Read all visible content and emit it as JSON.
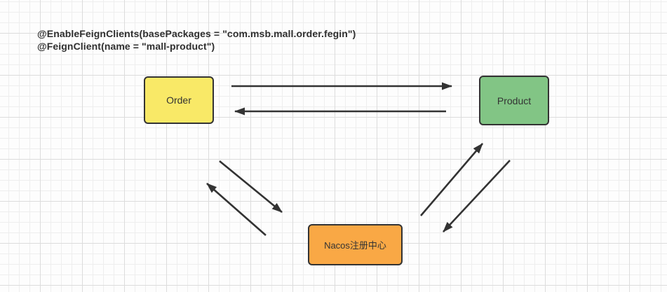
{
  "annotation": {
    "line1": "@EnableFeignClients(basePackages = \"com.msb.mall.order.fegin\")",
    "line2": "@FeignClient(name = \"mall-product\")"
  },
  "nodes": {
    "order": {
      "label": "Order",
      "fill": "#F9E967"
    },
    "product": {
      "label": "Product",
      "fill": "#82C585"
    },
    "nacos": {
      "label": "Nacos注册中心",
      "fill": "#F9A845"
    }
  },
  "connections": [
    {
      "from": "Order",
      "to": "Product"
    },
    {
      "from": "Product",
      "to": "Order"
    },
    {
      "from": "Order",
      "to": "Nacos注册中心"
    },
    {
      "from": "Nacos注册中心",
      "to": "Order"
    },
    {
      "from": "Nacos注册中心",
      "to": "Product"
    },
    {
      "from": "Product",
      "to": "Nacos注册中心"
    }
  ],
  "colors": {
    "connector_stroke": "#333333",
    "node_border": "#333333",
    "annotation_text": "#2f2f2f",
    "grid_minor": "#eeeeee",
    "grid_major": "#dcdcdc",
    "canvas_background": "#fdfdfd"
  }
}
